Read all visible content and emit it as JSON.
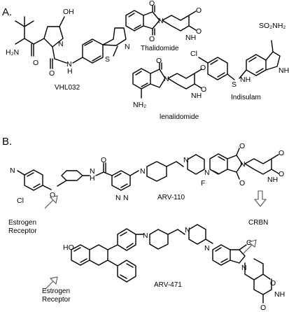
{
  "panels": {
    "a": "A.",
    "b": "B."
  },
  "compounds": {
    "vhl032": "VHL032",
    "thalidomide": "Thalidomide",
    "lenalidomide": "lenalidomide",
    "indisulam": "Indisulam",
    "arv110": "ARV-110",
    "arv471": "ARV-471"
  },
  "targets": {
    "crbn": "CRBN",
    "er1_line1": "Estrogen",
    "er1_line2": "Receptor",
    "er2_line1": "Estrogen",
    "er2_line2": "Receptor"
  },
  "atoms": {
    "oh": "OH",
    "h2n": "H₂N",
    "n": "N",
    "s": "S",
    "o": "O",
    "h": "H",
    "nh": "NH",
    "nh2": "NH₂",
    "cl": "Cl",
    "f": "F",
    "so2nh2": "SO₂NH₂",
    "ho": "HO",
    "nc": "N"
  }
}
